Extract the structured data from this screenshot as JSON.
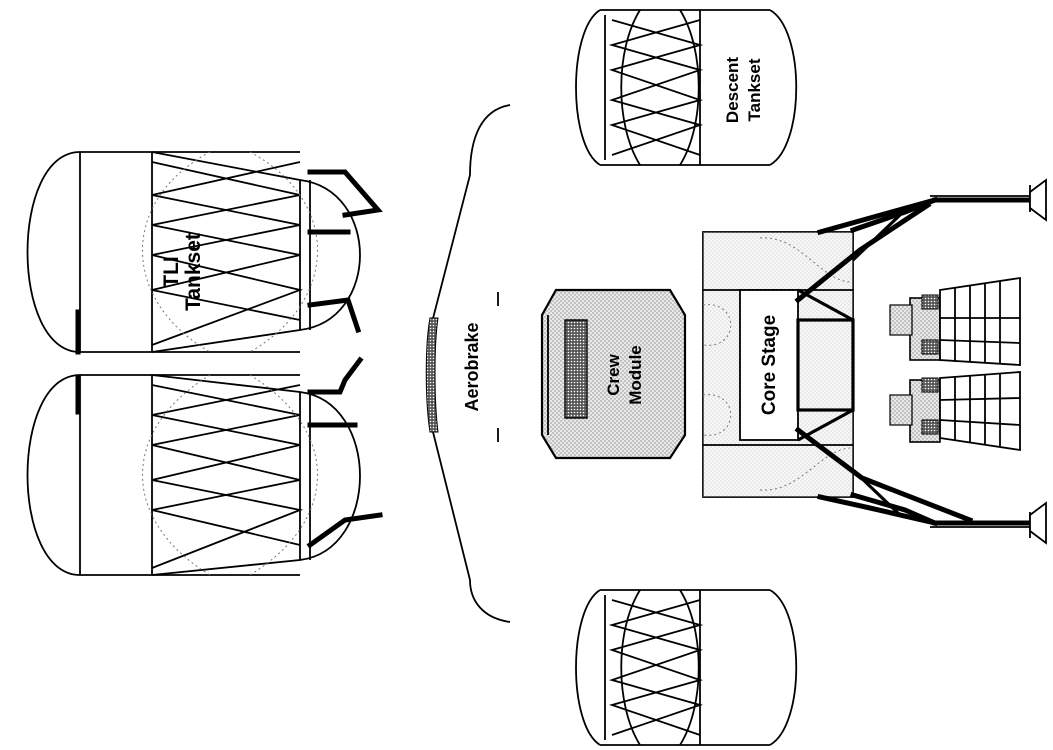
{
  "labels": {
    "tli_tankset": [
      "TLI",
      "Tankset"
    ],
    "aerobrake": "Aerobrake",
    "crew_module": [
      "Crew",
      "Module"
    ],
    "core_stage": "Core Stage",
    "descent_tankset": [
      "Descent",
      "Tankset"
    ]
  }
}
